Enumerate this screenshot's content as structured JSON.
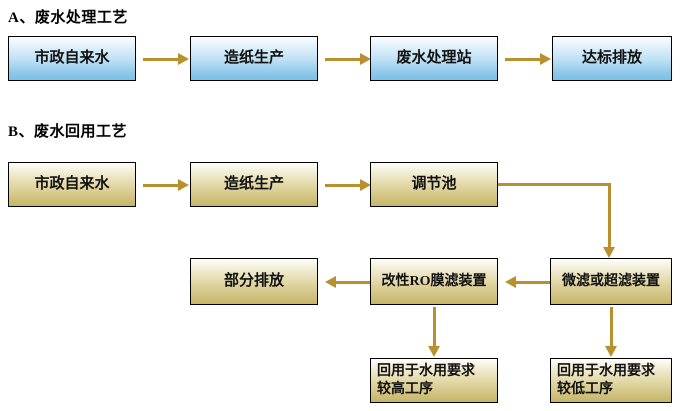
{
  "diagram": {
    "sections": [
      {
        "id": "section-a",
        "title": "A、废水处理工艺",
        "color_scheme": "blue",
        "nodes": [
          {
            "id": "a-node-1",
            "label": "市政自来水"
          },
          {
            "id": "a-node-2",
            "label": "造纸生产"
          },
          {
            "id": "a-node-3",
            "label": "废水处理站"
          },
          {
            "id": "a-node-4",
            "label": "达标排放"
          }
        ]
      },
      {
        "id": "section-b",
        "title": "B、废水回用工艺",
        "color_scheme": "gold",
        "nodes": [
          {
            "id": "b-node-1",
            "label": "市政自来水"
          },
          {
            "id": "b-node-2",
            "label": "造纸生产"
          },
          {
            "id": "b-node-3",
            "label": "调节池"
          },
          {
            "id": "b-node-4",
            "label": "微滤或超滤装置"
          },
          {
            "id": "b-node-5",
            "label": "改性RO膜滤装置"
          },
          {
            "id": "b-node-6",
            "label": "部分排放"
          },
          {
            "id": "b-node-7",
            "label": "回用于水用要求\n较高工序"
          },
          {
            "id": "b-node-8",
            "label": "回用于水用要求\n较低工序"
          }
        ]
      }
    ],
    "colors": {
      "arrow": "#b8912e",
      "blue_top": "#fbfdfe",
      "blue_bottom": "#7ec2e8",
      "gold_top": "#fefefb",
      "gold_bottom": "#c6b46a",
      "border": "#000000",
      "text": "#111111",
      "background": "#ffffff"
    }
  }
}
